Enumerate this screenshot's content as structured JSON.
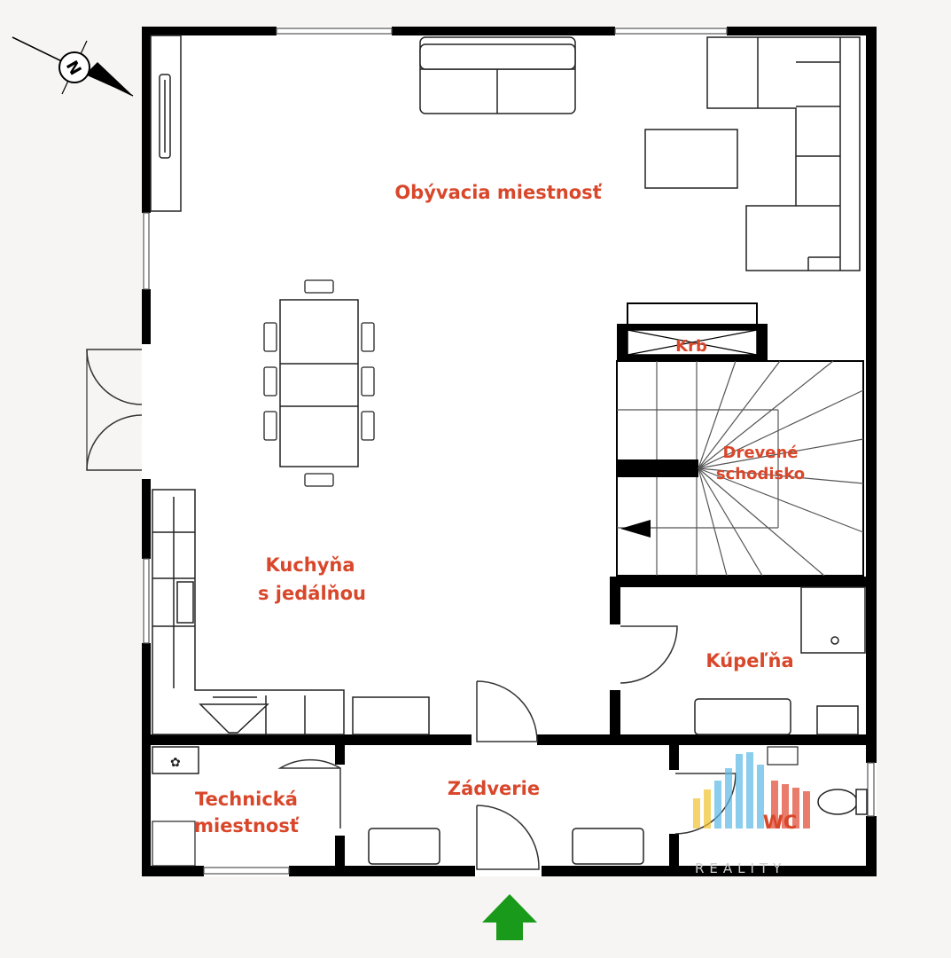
{
  "rooms": {
    "living_room": "Obývacia miestnosť",
    "fireplace": "Krb",
    "stairs_line1": "Drevené",
    "stairs_line2": "schodisko",
    "kitchen_line1": "Kuchyňa",
    "kitchen_line2": "s jedálňou",
    "bathroom": "Kúpeľňa",
    "technical_line1": "Technická",
    "technical_line2": "miestnosť",
    "vestibule": "Zádverie",
    "wc": "WC"
  },
  "compass": {
    "label": "N",
    "icon": "compass-north-icon"
  },
  "entrance": {
    "icon": "entrance-arrow-icon",
    "color": "#1a9a1a"
  },
  "watermark": {
    "text": "REALITY",
    "icon": "logo-watermark-icon"
  },
  "colors": {
    "wall": "#000000",
    "label": "#d9472b",
    "background": "#f6f5f3",
    "floor": "#ffffff",
    "watermark_blue": "#5ab8e6",
    "watermark_red": "#e0452f",
    "watermark_yellow": "#f2c230"
  }
}
